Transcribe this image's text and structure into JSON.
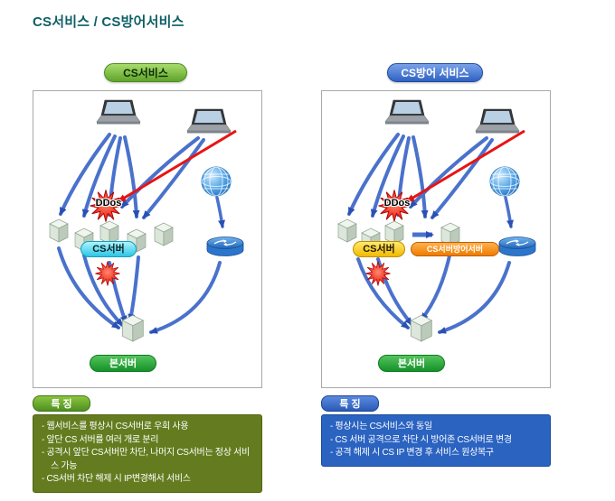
{
  "page": {
    "title": "CS서비스 / CS방어서비스"
  },
  "left": {
    "header": "CS서비스",
    "diagram": {
      "ddos_label": "DDos",
      "cs_server_label": "CS서버",
      "main_server_label": "본서버"
    },
    "features": {
      "title": "특 징",
      "items": [
        "- 웹서비스를 평상시 CS서버로 우회 사용",
        "- 앞단 CS 서버를 여러 개로 분리",
        "- 공격시 앞단 CS서버만 차단, 나머지 CS서버는 정상 서비스 가능",
        "- CS서버 차단 해제 시 IP변경해서 서비스"
      ]
    }
  },
  "right": {
    "header": "CS방어 서비스",
    "diagram": {
      "ddos_label": "DDos",
      "cs_server_label": "CS서버",
      "defense_server_label": "CS서버방어서버",
      "main_server_label": "본서버"
    },
    "features": {
      "title": "특 징",
      "items": [
        "- 평상시는 CS서비스와 동일",
        "- CS 서버 공격으로 차단 시 방어존 CS서버로 변경",
        "- 공격 해제 시 CS IP 변경 후  서비스 원상복구"
      ]
    }
  },
  "colors": {
    "title_teal": "#0d5f66",
    "service_green": "#5fa32a",
    "defense_blue": "#2f62c4",
    "feature_left_bg": "#647c1f",
    "feature_right_bg": "#2b63c1",
    "cs_pill_cyan": "#2cc6e6",
    "cs_pill_yellow": "#f2ba00",
    "defense_pill_orange": "#ee7c00",
    "main_pill_green": "#159228",
    "ddos_red": "#e01212",
    "arrow_blue": "#4a72cc"
  }
}
